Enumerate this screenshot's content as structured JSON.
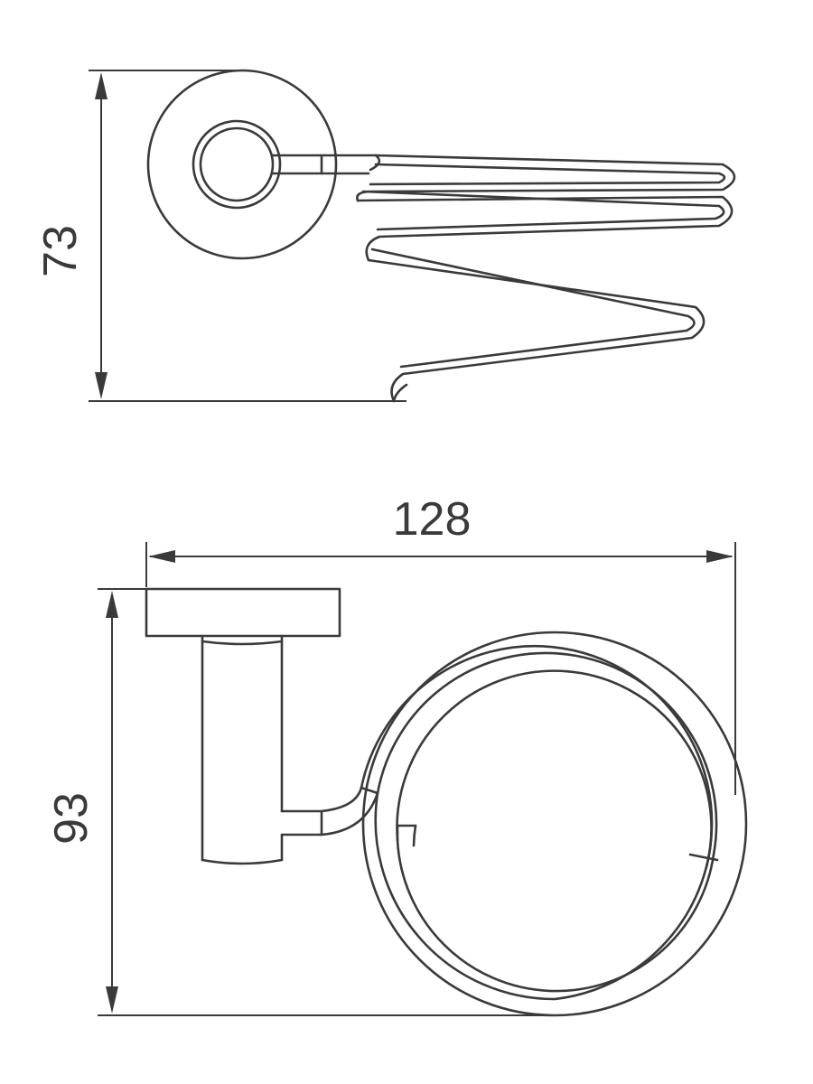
{
  "dimensions": {
    "top_height": "73",
    "width": "128",
    "bottom_height": "93"
  },
  "colors": {
    "stroke": "#3a3a3a",
    "background": "#ffffff"
  }
}
